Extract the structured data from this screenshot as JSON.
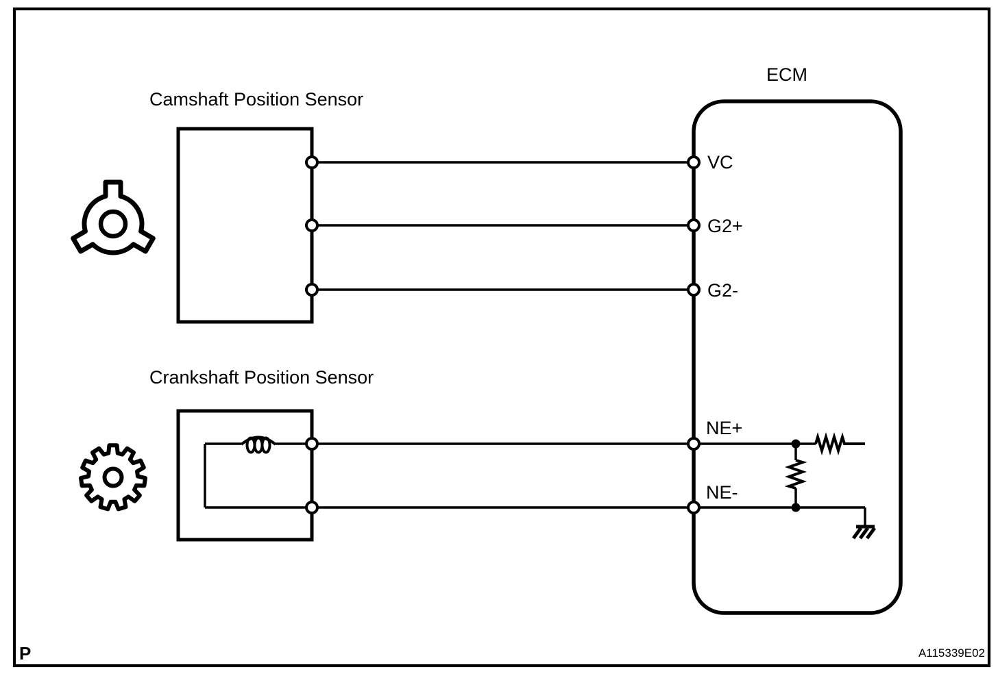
{
  "colors": {
    "line": "#000000",
    "background": "#ffffff"
  },
  "page": {
    "marker": "P",
    "figure_code": "A115339E02"
  },
  "camshaft_sensor": {
    "label": "Camshaft Position Sensor"
  },
  "crankshaft_sensor": {
    "label": "Crankshaft Position Sensor"
  },
  "ecm": {
    "label": "ECM",
    "pins": {
      "vc": "VC",
      "g2_plus": "G2+",
      "g2_minus": "G2-",
      "ne_plus": "NE+",
      "ne_minus": "NE-"
    }
  }
}
